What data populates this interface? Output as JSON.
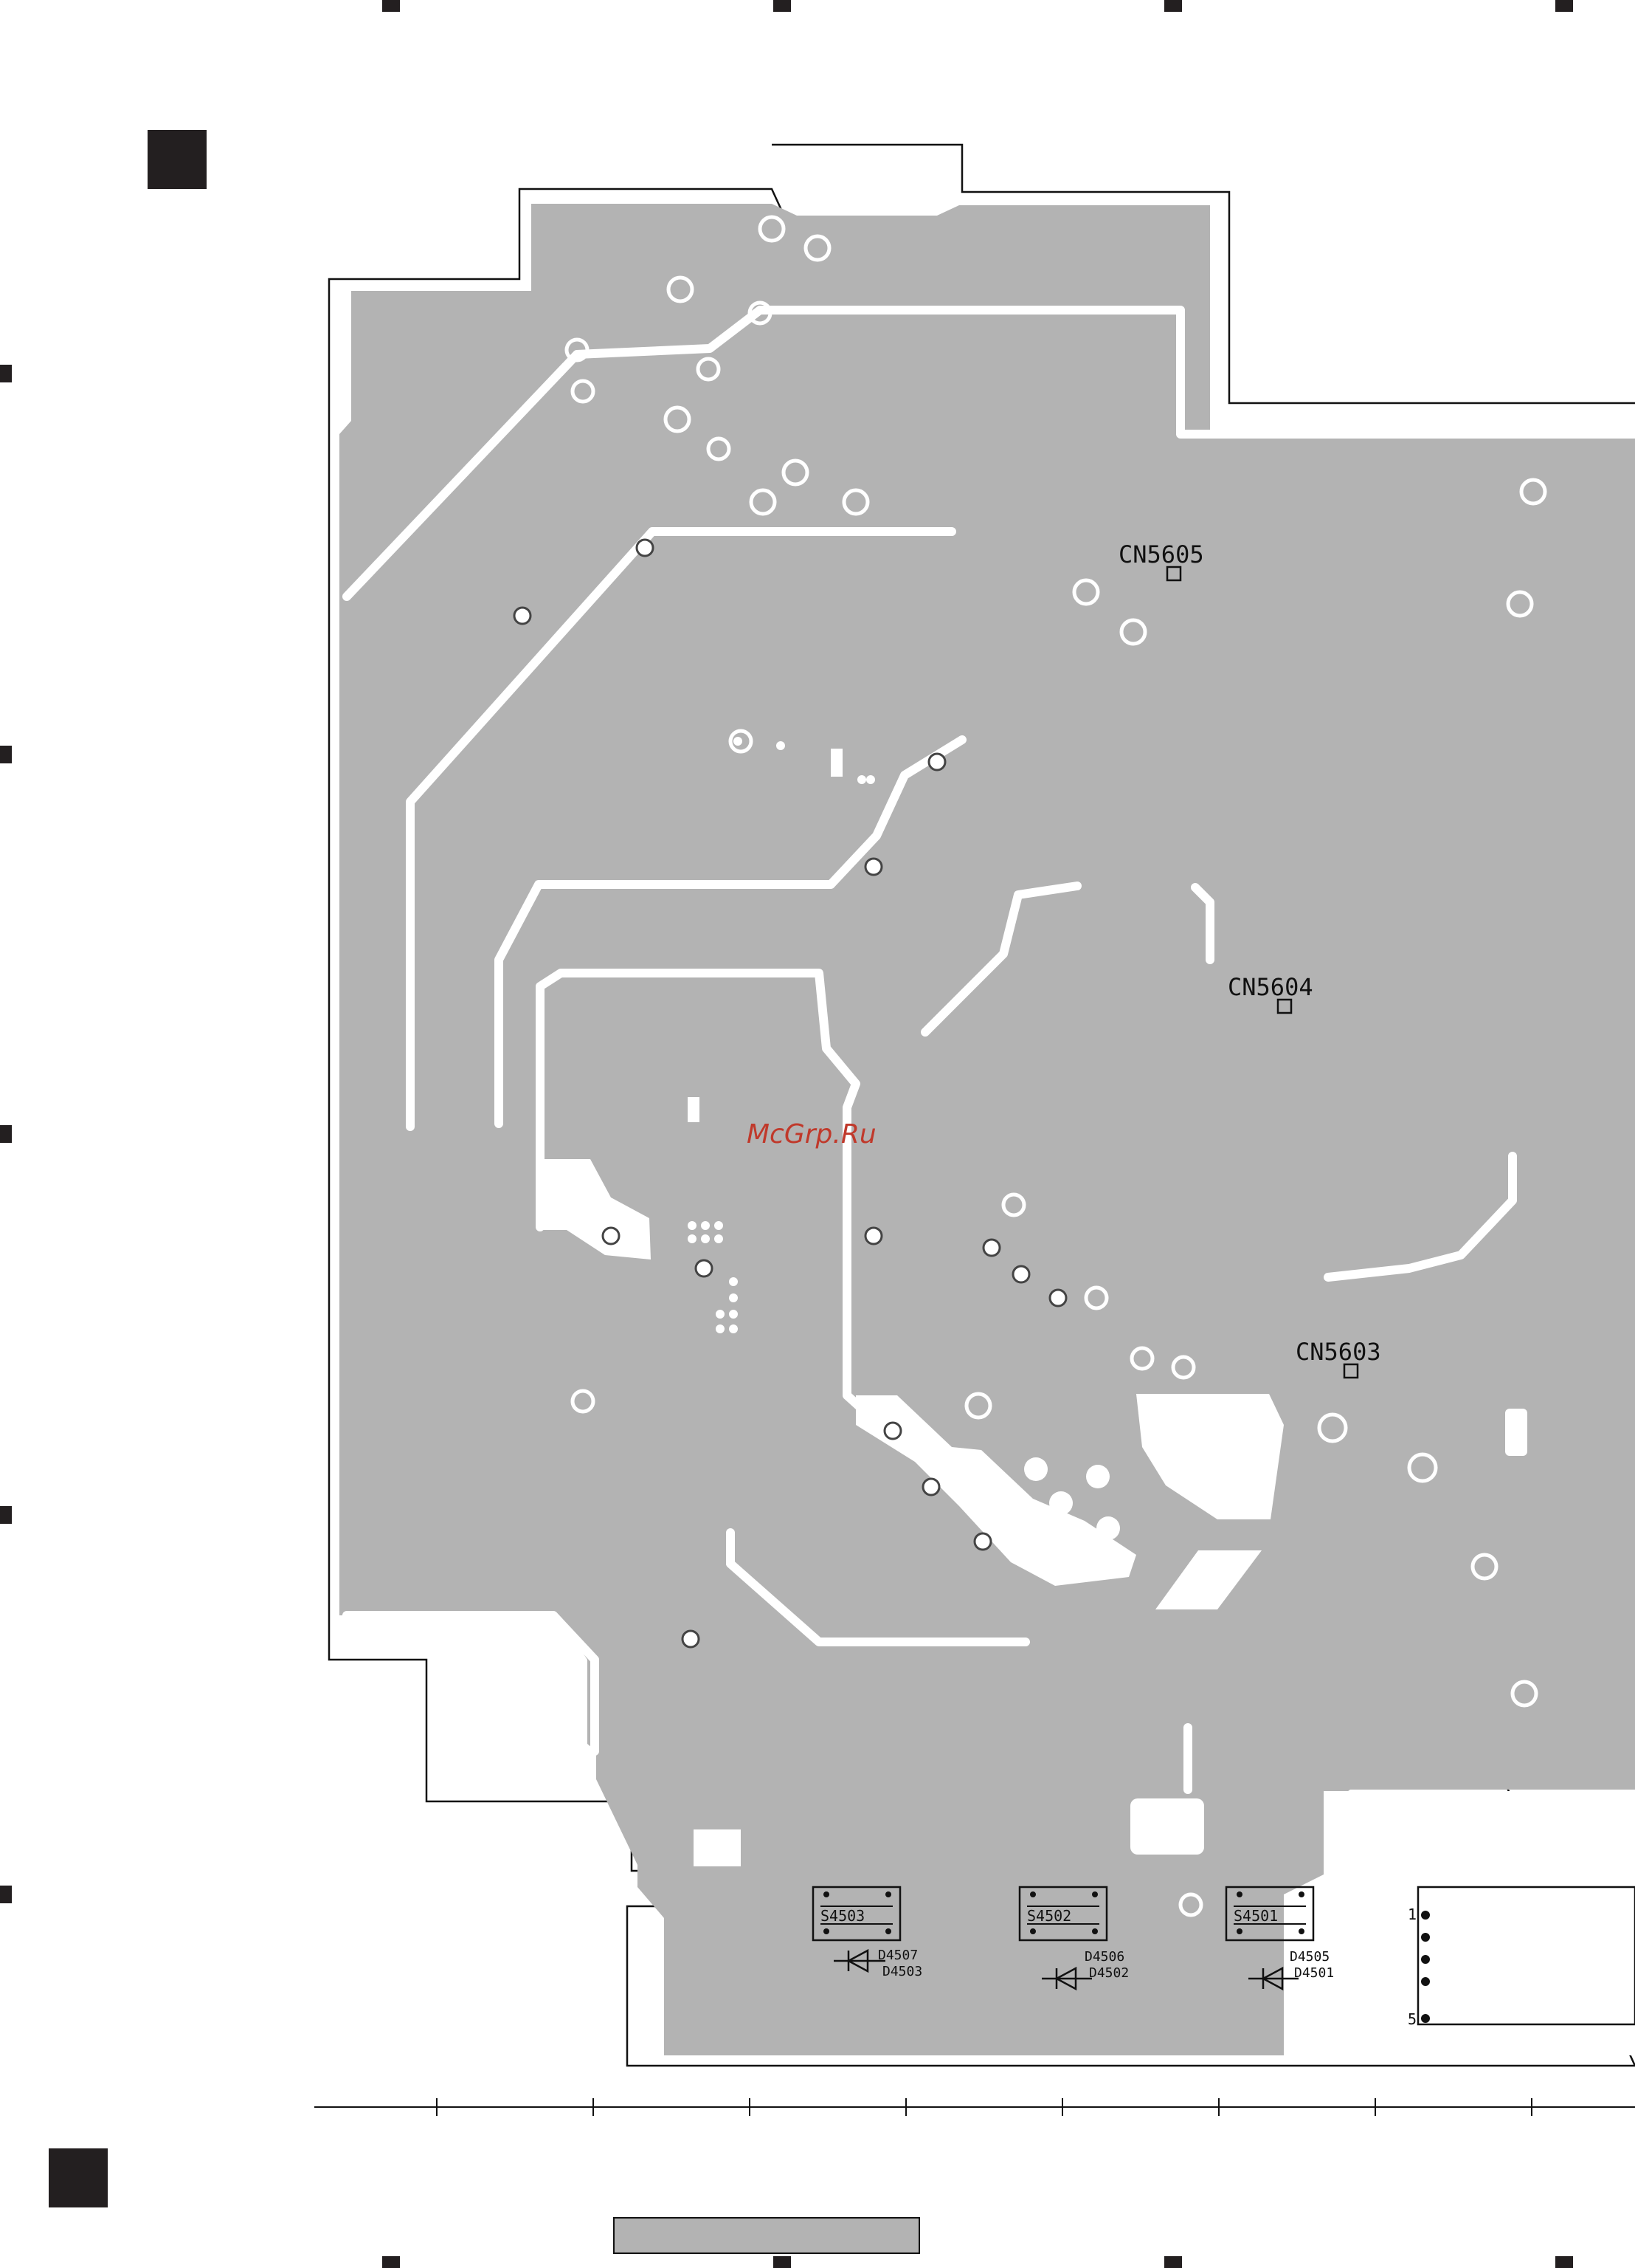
{
  "colors": {
    "copper": "#b3b3b3",
    "background": "#ffffff",
    "outline": "#111111",
    "marker": "#231f20",
    "watermark": "#c0392b"
  },
  "connectors": {
    "cn5605": "CN5605",
    "cn5604": "CN5604",
    "cn5603": "CN5603"
  },
  "switches": {
    "s4503": "S4503",
    "s4502": "S4502",
    "s4501": "S4501"
  },
  "diodes": {
    "d4507": "D4507",
    "d4503": "D4503",
    "d4506": "D4506",
    "d4502": "D4502",
    "d4505": "D4505",
    "d4501": "D4501"
  },
  "pin_labels": {
    "pin1": "1",
    "pin5": "5"
  },
  "watermark": "McGrp.Ru"
}
